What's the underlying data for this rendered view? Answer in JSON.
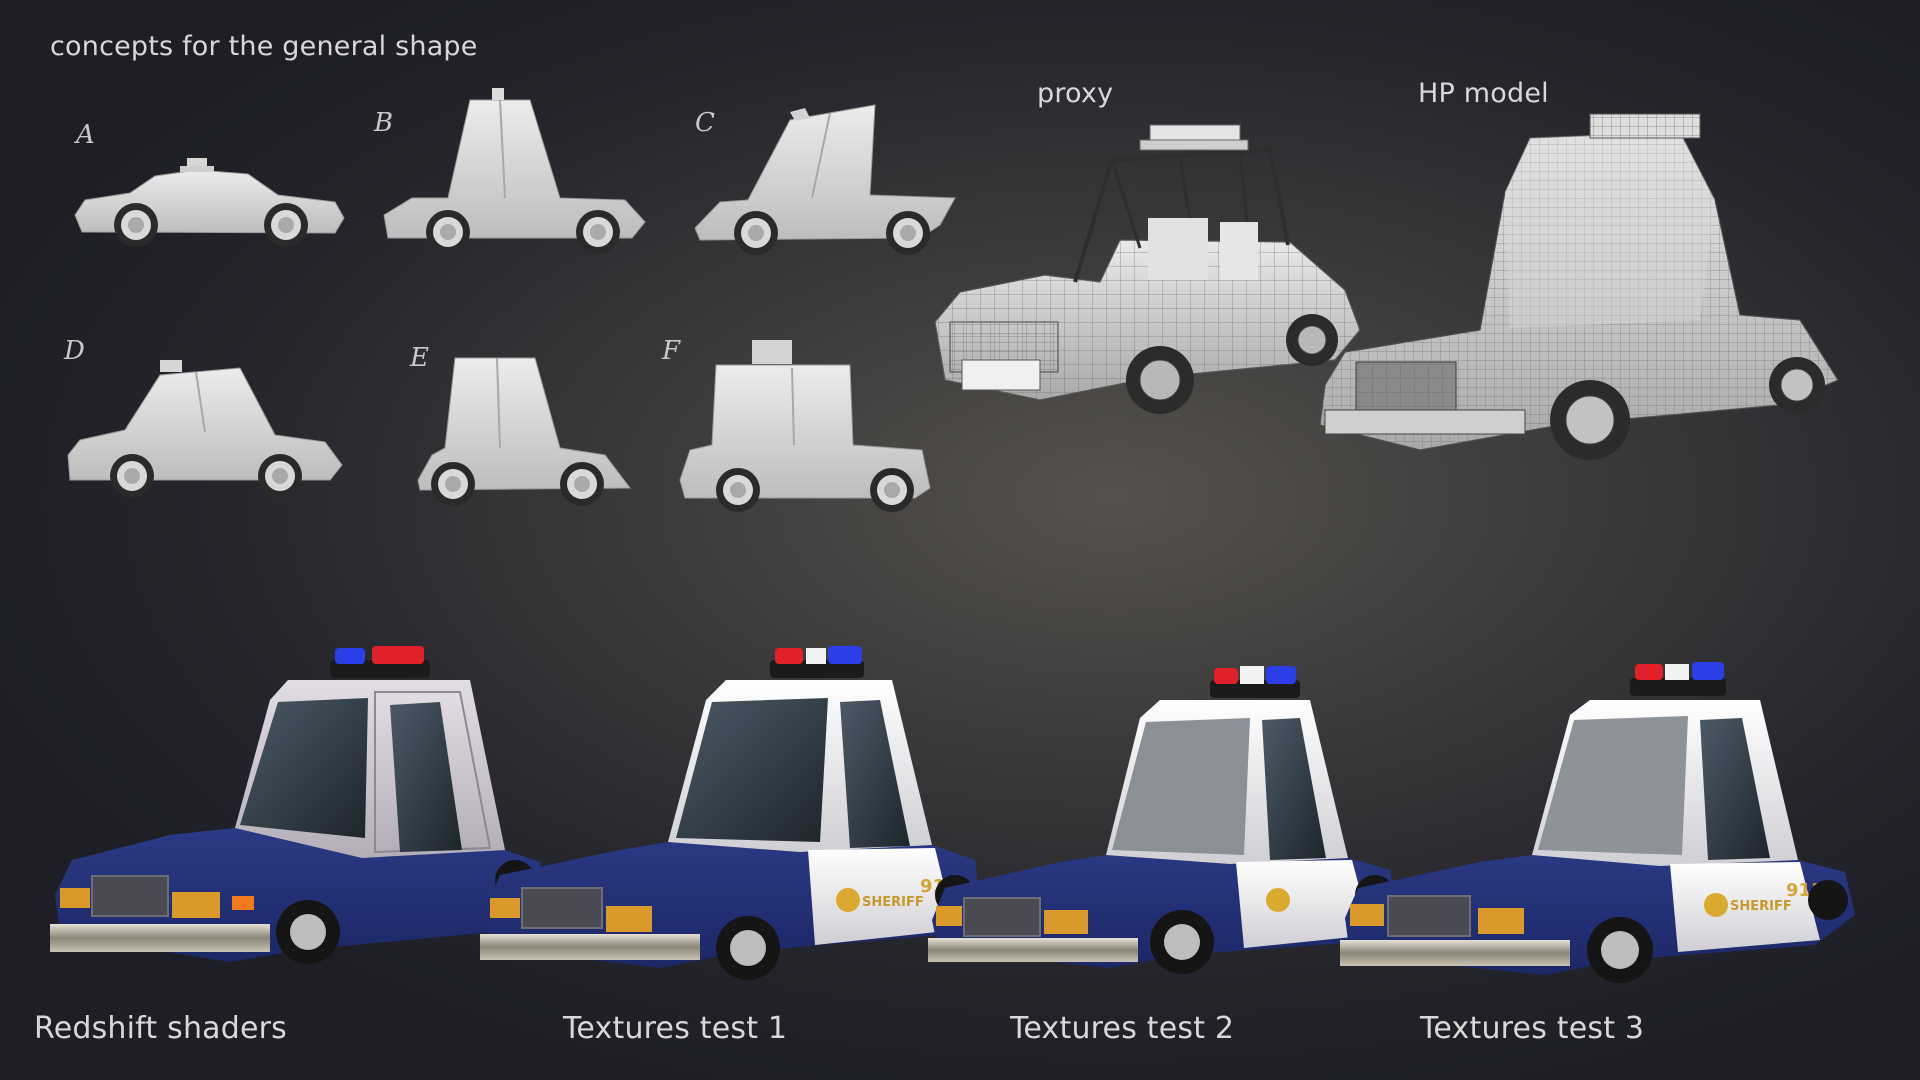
{
  "header": {
    "concepts_title": "concepts for the general shape"
  },
  "concepts": [
    {
      "letter": "A"
    },
    {
      "letter": "B"
    },
    {
      "letter": "C"
    },
    {
      "letter": "D"
    },
    {
      "letter": "E"
    },
    {
      "letter": "F"
    }
  ],
  "models": {
    "proxy_label": "proxy",
    "hp_label": "HP model"
  },
  "renders": [
    {
      "label": "Redshift shaders"
    },
    {
      "label": "Textures test 1"
    },
    {
      "label": "Textures test 2"
    },
    {
      "label": "Textures test 3"
    }
  ],
  "colors": {
    "background": "#25252c",
    "clay": "#dcdcdc",
    "police_blue": "#2a3a8c",
    "police_white": "#f2f2f2",
    "light_red": "#e0202a",
    "light_blue": "#2b3ee8",
    "headlight_amber": "#d99a2b",
    "badge_gold": "#d9a930"
  },
  "car_text": {
    "door_text": "SHERIFF",
    "door_number": "911"
  }
}
